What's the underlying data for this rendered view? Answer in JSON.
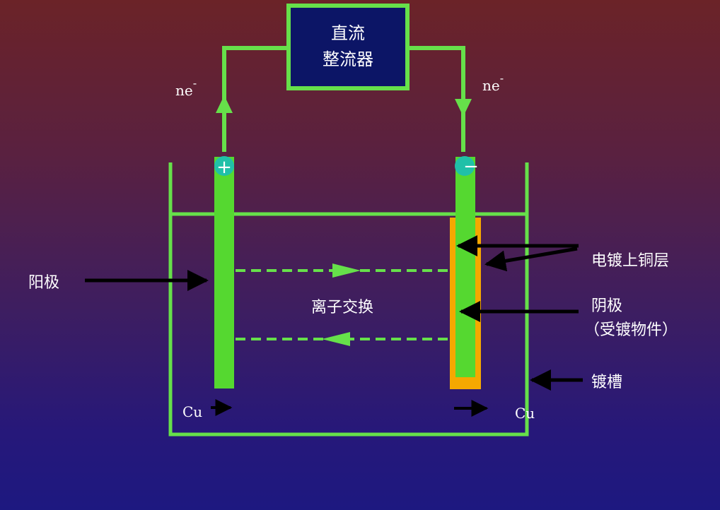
{
  "colors": {
    "wire": "#66e04a",
    "electrode": "#55d830",
    "plating_layer": "#f5a800",
    "terminal": "#20c0a8",
    "rectifier_fill": "#0c1566",
    "arrow": "#000000",
    "text": "#ffffff"
  },
  "rectifier": {
    "line1": "直流",
    "line2": "整流器"
  },
  "electron_flow": {
    "left": "ne",
    "right": "ne",
    "superscript": "-"
  },
  "terminals": {
    "positive": "+",
    "negative": "−"
  },
  "labels": {
    "anode": "阳极",
    "copper_layer": "电镀上铜层",
    "cathode": "阴极",
    "cathode_sub": "（受镀物件）",
    "tank": "镀槽",
    "ion_exchange": "离子交换",
    "cu_left": "Cu",
    "cu_right": "Cu"
  }
}
